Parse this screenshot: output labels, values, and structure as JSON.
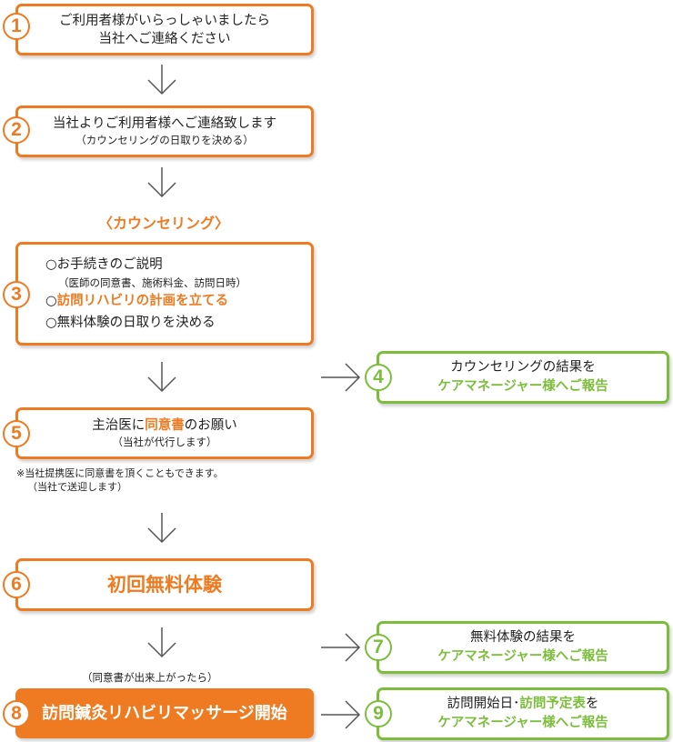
{
  "step1": {
    "badge": "1",
    "line1": "ご利用者様がいらっしゃいましたら",
    "line2": "当社へご連絡ください"
  },
  "step2": {
    "badge": "2",
    "line1": "当社よりご利用者様へご連絡致します",
    "sub": "（カウンセリングの日取りを決める）"
  },
  "counseling_label": "〈カウンセリング〉",
  "step3": {
    "badge": "3",
    "item1": "○お手続きのご説明",
    "item1_sub": "（医師の同意書、施術料金、訪問日時）",
    "item2_mark": "○",
    "item2": "訪問リハビリの計画を立てる",
    "item3": "○無料体験の日取りを決める"
  },
  "step4": {
    "badge": "4",
    "line1": "カウンセリングの結果を",
    "line2": "ケアマネージャー様へご報告"
  },
  "step5": {
    "badge": "5",
    "pre": "主治医に",
    "highlight": "同意書",
    "post": "のお願い",
    "sub": "（当社が代行します）"
  },
  "note5": {
    "line1": "※当社提携医に同意書を頂くこともできます。",
    "line2": "（当社で送迎します）"
  },
  "step6": {
    "badge": "6",
    "title": "初回無料体験"
  },
  "step7": {
    "badge": "7",
    "line1": "無料体験の結果を",
    "line2": "ケアマネージャー様へご報告"
  },
  "note8": "（同意書が出来上がったら）",
  "step8": {
    "badge": "8",
    "title": "訪問鍼灸リハビリマッサージ開始"
  },
  "step9": {
    "badge": "9",
    "pre": "訪問開始日･",
    "highlight": "訪問予定表",
    "post": "を",
    "line2": "ケアマネージャー様へご報告"
  },
  "colors": {
    "orange": "#ee7b21",
    "green": "#7cbd3c",
    "text": "#222222"
  },
  "icons": {
    "down": "down-arrow-icon",
    "right": "right-arrow-icon"
  }
}
